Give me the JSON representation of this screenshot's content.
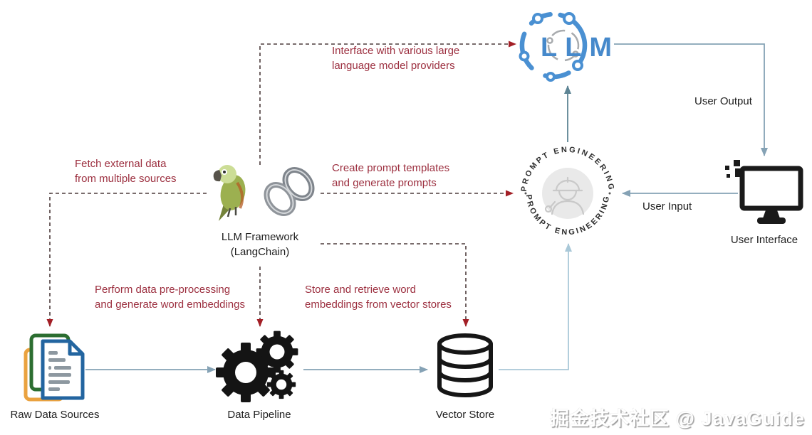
{
  "nodes": {
    "llm": {
      "logo_text": "LLM"
    },
    "langchain": {
      "label": "LLM Framework\n(LangChain)"
    },
    "prompt_engineering": {
      "arc_top": "PROMPT ENGINEERING",
      "arc_bottom": "PROMPT ENGINEERING"
    },
    "user_interface": {
      "label": "User Interface"
    },
    "raw_data_sources": {
      "label": "Raw Data Sources"
    },
    "data_pipeline": {
      "label": "Data Pipeline"
    },
    "vector_store": {
      "label": "Vector Store"
    }
  },
  "edges": {
    "llm_interface": {
      "label": "Interface with various large\nlanguage model providers"
    },
    "fetch_external": {
      "label": "Fetch external data\nfrom multiple sources"
    },
    "create_prompts": {
      "label": "Create prompt templates\nand generate prompts"
    },
    "preprocess": {
      "label": "Perform data pre-processing\nand generate word embeddings"
    },
    "store_embeddings": {
      "label": "Store and retrieve word\nembeddings from vector stores"
    },
    "user_output": {
      "label": "User Output"
    },
    "user_input": {
      "label": "User Input"
    }
  },
  "colors": {
    "red_label": "#9c2f3f",
    "dashed_line": "#4d3b3b",
    "red_arrow": "#a31f26",
    "solid_line": "#85a2b5",
    "teal_line": "#5d8494",
    "light_line": "#a9c8d8",
    "llm_blue": "#4689cb"
  },
  "watermark": "掘金技术社区 @ JavaGuide"
}
